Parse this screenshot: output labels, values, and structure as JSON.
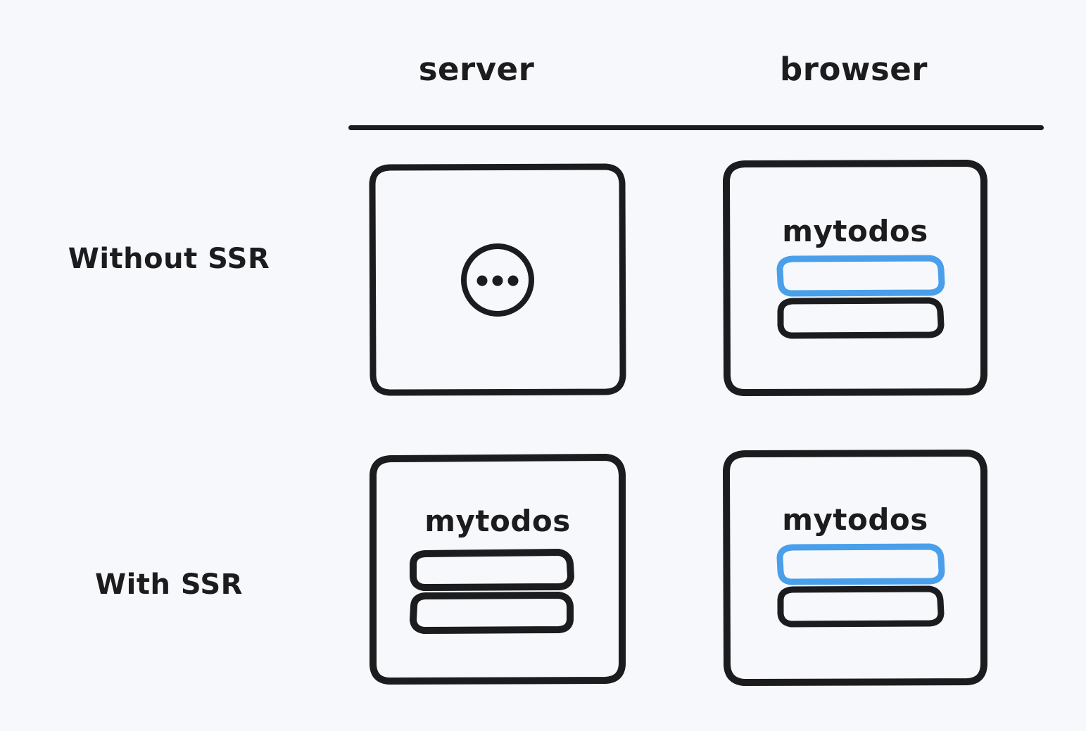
{
  "diagram": {
    "title": "Without SSR vs With SSR rendering comparison",
    "background_color": "#F7F8FC",
    "ink_color": "#1C1C1E",
    "accent_color": "#4A9FEA"
  },
  "columns": [
    {
      "key": "server",
      "label": "server"
    },
    {
      "key": "browser",
      "label": "browser"
    }
  ],
  "rows": [
    {
      "key": "without-ssr",
      "label": "Without SSR"
    },
    {
      "key": "with-ssr",
      "label": "With SSR"
    }
  ],
  "cells": {
    "server_without_ssr": {
      "state": "loading",
      "icon": "ellipsis-circle-icon",
      "dots": 3
    },
    "browser_without_ssr": {
      "state": "rendered",
      "app_title": "mytodos",
      "items": [
        {
          "index": 1,
          "color": "#4A9FEA",
          "highlighted": true
        },
        {
          "index": 2,
          "color": "#1C1C1E",
          "highlighted": false
        }
      ]
    },
    "server_with_ssr": {
      "state": "rendered",
      "app_title": "mytodos",
      "items": [
        {
          "index": 1,
          "color": "#1C1C1E",
          "highlighted": false
        },
        {
          "index": 2,
          "color": "#1C1C1E",
          "highlighted": false
        }
      ]
    },
    "browser_with_ssr": {
      "state": "rendered",
      "app_title": "mytodos",
      "items": [
        {
          "index": 1,
          "color": "#4A9FEA",
          "highlighted": true
        },
        {
          "index": 2,
          "color": "#1C1C1E",
          "highlighted": false
        }
      ]
    }
  }
}
